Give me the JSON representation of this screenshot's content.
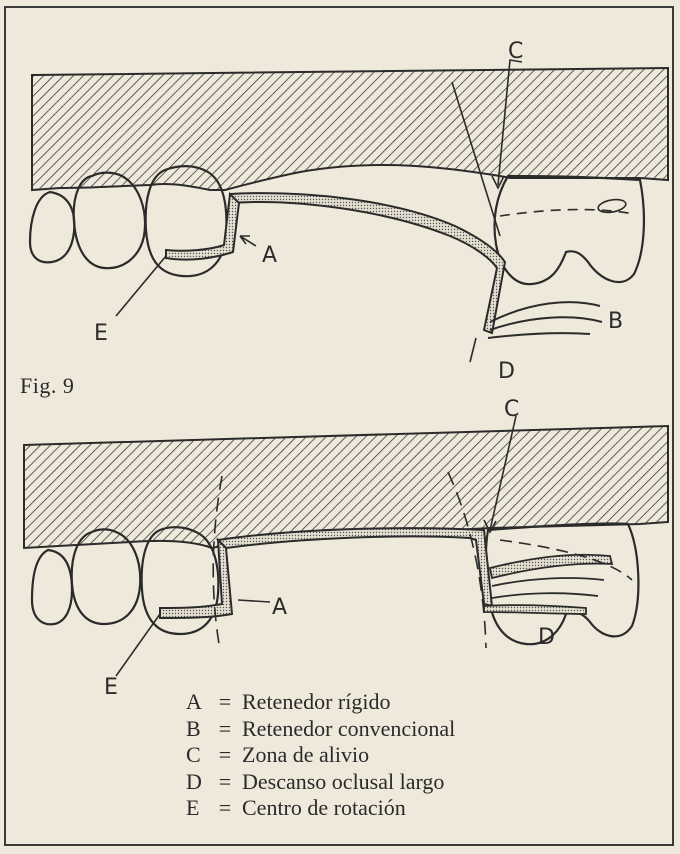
{
  "figure": {
    "label": "Fig.  9"
  },
  "diagram_top": {
    "labels": {
      "a": "A",
      "b": "B",
      "c": "C",
      "d": "D",
      "e": "E"
    }
  },
  "diagram_bottom": {
    "labels": {
      "a": "A",
      "c": "C",
      "d": "D",
      "e": "E"
    }
  },
  "legend": {
    "items": [
      {
        "key": "A",
        "text": "Retenedor rígido"
      },
      {
        "key": "B",
        "text": "Retenedor convencional"
      },
      {
        "key": "C",
        "text": "Zona de alivio"
      },
      {
        "key": "D",
        "text": "Descanso oclusal largo"
      },
      {
        "key": "E",
        "text": "Centro de rotación"
      }
    ]
  }
}
